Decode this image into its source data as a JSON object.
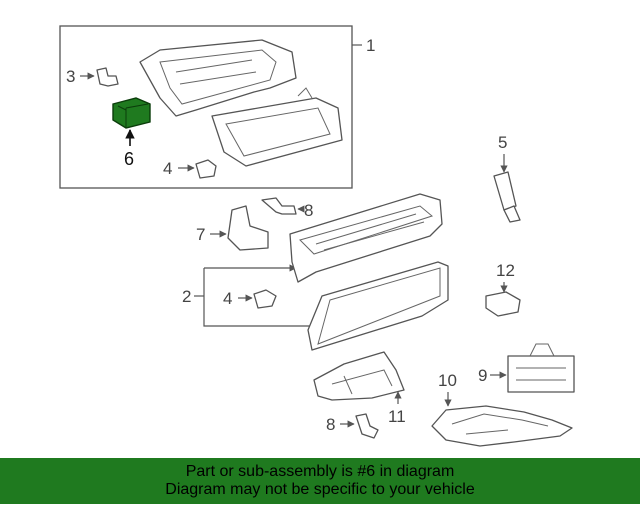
{
  "callouts": {
    "c1": "1",
    "c2": "2",
    "c3": "3",
    "c4a": "4",
    "c4b": "4",
    "c5": "5",
    "c6": "6",
    "c7": "7",
    "c8a": "8",
    "c8b": "8",
    "c9": "9",
    "c10": "10",
    "c11": "11",
    "c12": "12"
  },
  "highlighted_part": "6",
  "colors": {
    "highlight": "#1f7a1f",
    "banner_bg": "#1f7a1f"
  },
  "banner": {
    "line1": "Part or sub-assembly is #6 in diagram",
    "line2": "Diagram may not be specific to your vehicle"
  }
}
